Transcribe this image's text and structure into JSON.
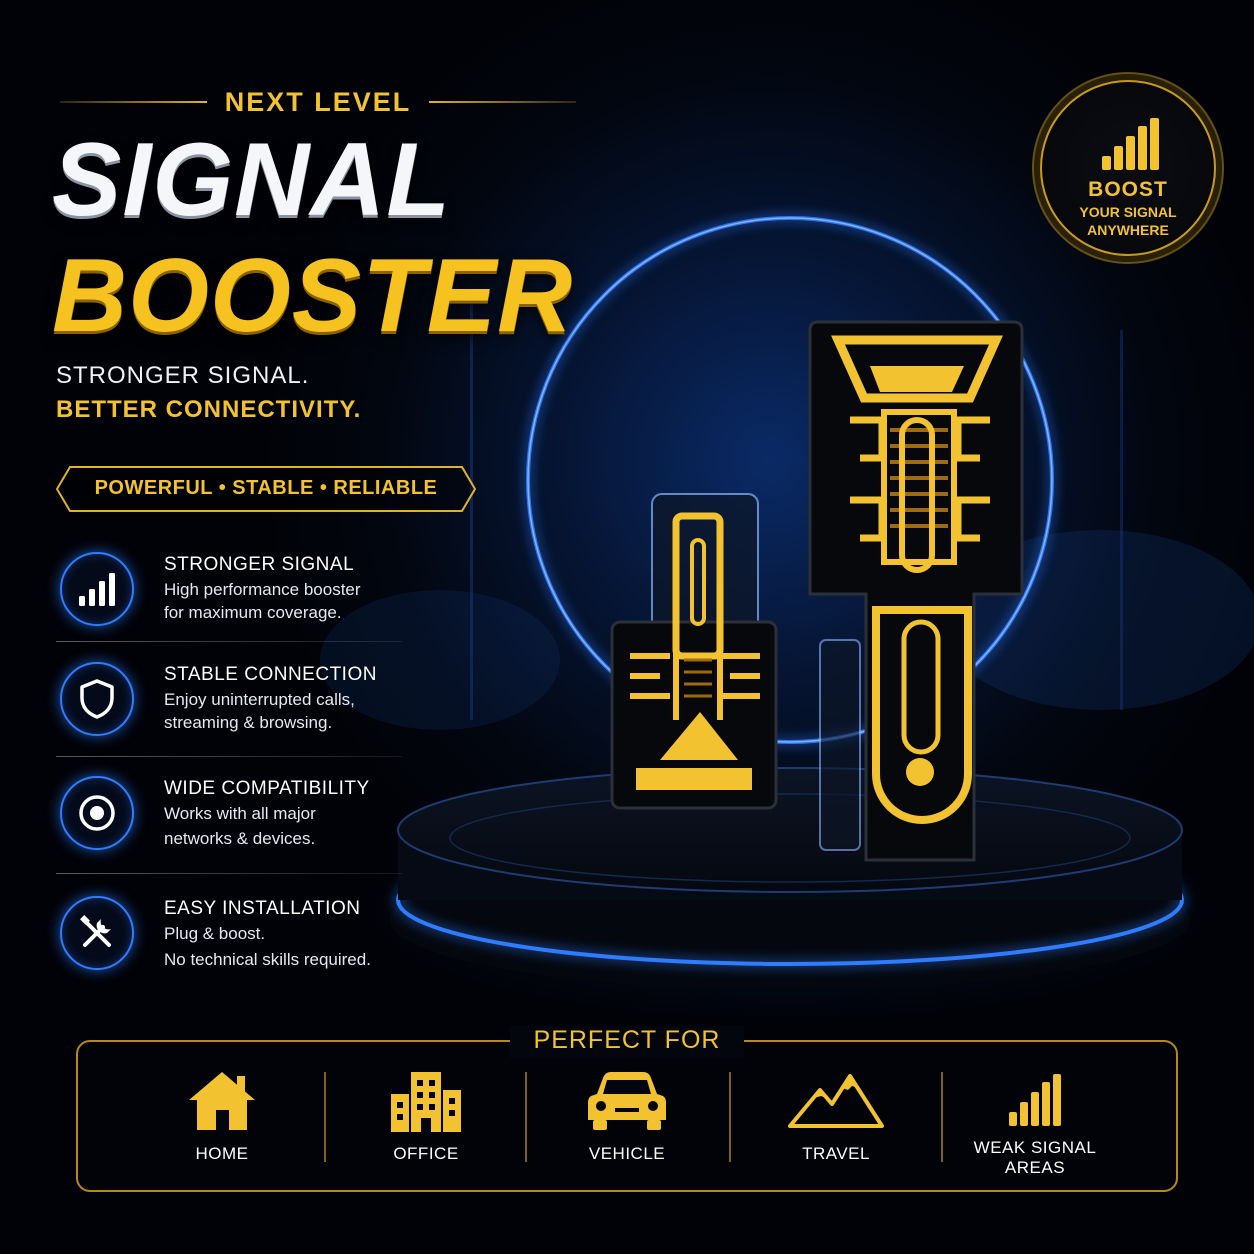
{
  "header": {
    "eyebrow": "NEXT LEVEL",
    "title_line1": "SIGNAL",
    "title_line2": "BOOSTER",
    "tagline1": "STRONGER SIGNAL.",
    "tagline2": "BETTER CONNECTIVITY.",
    "pill": "POWERFUL • STABLE • RELIABLE"
  },
  "badge": {
    "icon": "signal-bars-icon",
    "line1": "BOOST",
    "line2": "YOUR SIGNAL",
    "line3": "ANYWHERE"
  },
  "features": [
    {
      "icon": "signal-bars-icon",
      "title": "STRONGER SIGNAL",
      "line1": "High performance booster",
      "line2": "for maximum coverage."
    },
    {
      "icon": "shield-icon",
      "title": "STABLE CONNECTION",
      "line1": "Enjoy uninterrupted calls,",
      "line2": "streaming & browsing."
    },
    {
      "icon": "target-icon",
      "title": "WIDE COMPATIBILITY",
      "line1": "Works with all major",
      "line2": "networks & devices."
    },
    {
      "icon": "tools-icon",
      "title": "EASY INSTALLATION",
      "line1": "Plug & boost.",
      "line2": "No technical skills required."
    }
  ],
  "perfect_for": {
    "title": "PERFECT FOR",
    "items": [
      {
        "icon": "house-icon",
        "label": "HOME"
      },
      {
        "icon": "office-building-icon",
        "label": "OFFICE"
      },
      {
        "icon": "car-icon",
        "label": "VEHICLE"
      },
      {
        "icon": "mountains-icon",
        "label": "TRAVEL"
      },
      {
        "icon": "signal-bars-icon",
        "label_line1": "WEAK SIGNAL",
        "label_line2": "AREAS"
      }
    ]
  },
  "colors": {
    "gold": "#f2c230",
    "blue_glow": "#2f7cff",
    "background": "#02040a"
  }
}
